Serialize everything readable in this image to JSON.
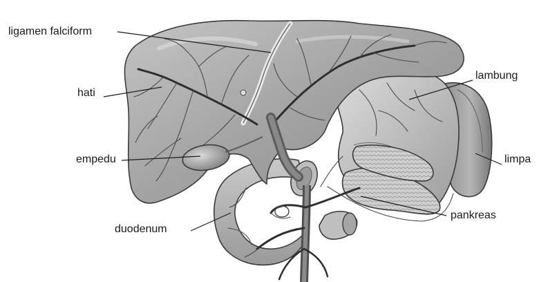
{
  "diagram": {
    "labels": {
      "ligamen_falciform": "ligamen falciform",
      "hati": "hati",
      "empedu": "empedu",
      "duodenum": "duodenum",
      "lambung": "lambung",
      "limpa": "limpa",
      "pankreas": "pankreas"
    },
    "colors": {
      "background": "#ffffff",
      "organ_fill": "#a9a9a9",
      "organ_light": "#cfcfcf",
      "outline": "#3a3a3a",
      "text": "#1a1a1a"
    }
  }
}
